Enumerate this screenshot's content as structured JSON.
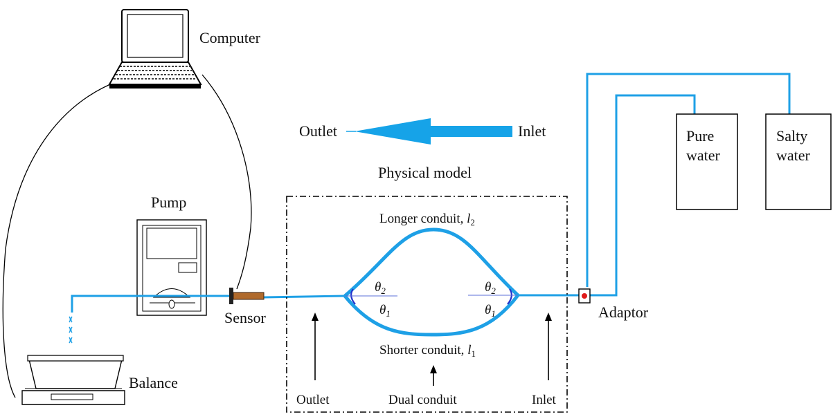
{
  "colors": {
    "pipe": "#1ea0e6",
    "arrow_fill": "#16a3e8",
    "line": "#000000",
    "sensor_body": "#b06a2c",
    "adaptor_dot": "#e01a1a",
    "angle_blue": "#2233cc"
  },
  "labels": {
    "computer": "Computer",
    "pump": "Pump",
    "sensor": "Sensor",
    "balance": "Balance",
    "adaptor": "Adaptor",
    "pure_water_line1": "Pure",
    "pure_water_line2": "water",
    "salty_water_line1": "Salty",
    "salty_water_line2": "water",
    "flow_outlet": "Outlet",
    "flow_inlet": "Inlet",
    "physical_model": "Physical model",
    "longer_conduit": "Longer conduit, ",
    "longer_conduit_symbol": "l",
    "longer_conduit_sub": "2",
    "shorter_conduit": "Shorter conduit, ",
    "shorter_conduit_symbol": "l",
    "shorter_conduit_sub": "1",
    "theta_symbol": "θ",
    "theta2_sub": "2",
    "theta1_sub": "1",
    "bottom_outlet": "Outlet",
    "bottom_dual_conduit": "Dual conduit",
    "bottom_inlet": "Inlet"
  },
  "icons": {
    "computer": "laptop-icon",
    "pump": "pump-icon",
    "balance": "balance-scale-icon",
    "sensor": "sensor-icon",
    "adaptor": "adaptor-valve-icon",
    "flow_direction": "left-arrow-icon"
  }
}
